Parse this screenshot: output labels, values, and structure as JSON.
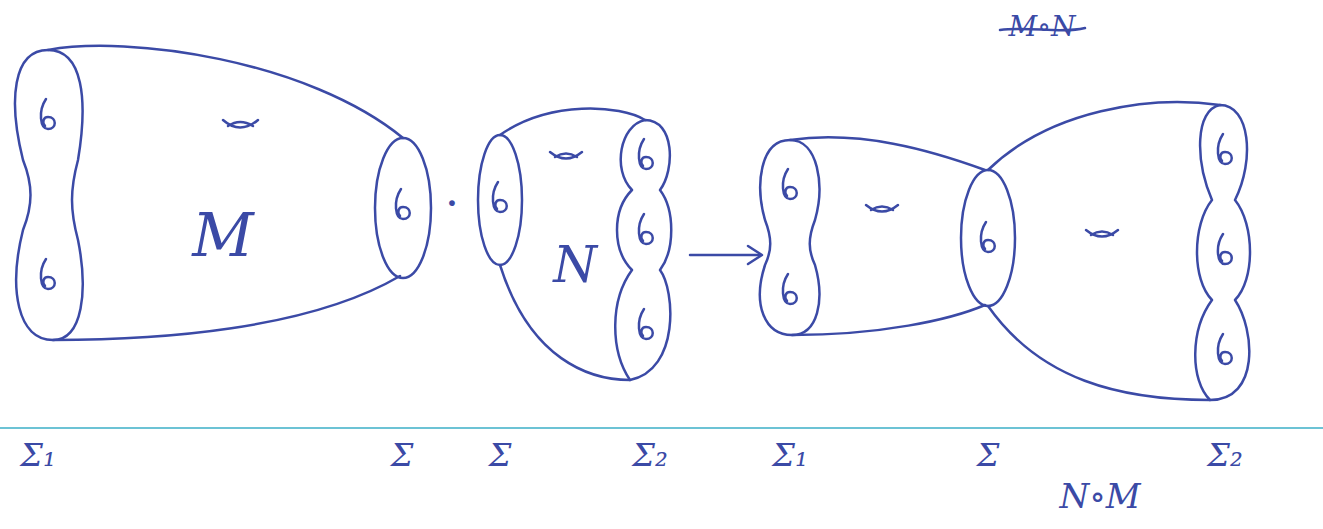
{
  "diagram": {
    "nodes": [
      {
        "text": [
          "M"
        ]
      },
      {
        "text": [
          "N"
        ]
      }
    ],
    "labels": [
      "M∘N",
      "·",
      "Σ₁",
      "Σ",
      "Σ",
      "Σ₂",
      "Σ₁",
      "Σ",
      "Σ₂",
      "N∘M"
    ]
  }
}
